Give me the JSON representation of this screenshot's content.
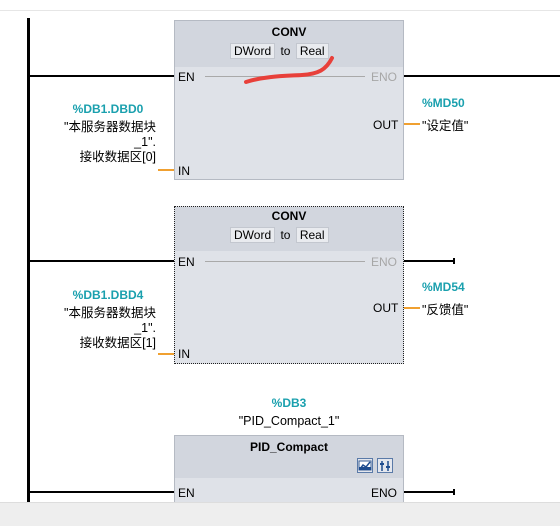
{
  "colors": {
    "operand_address": "#1aa0ae",
    "wire": "#f0a030",
    "annotation": "#e8403a"
  },
  "blocks": [
    {
      "title": "CONV",
      "type_from": "DWord",
      "type_to_word": "to",
      "type_to": "Real",
      "en": "EN",
      "eno": "ENO",
      "out": "OUT",
      "in": "IN",
      "in_operand": {
        "address": "%DB1.DBD0",
        "line1": "\"本服务器数据块",
        "line2": "_1\".",
        "line3": "接收数据区[0]"
      },
      "out_operand": {
        "address": "%MD50",
        "name": "\"设定值\""
      }
    },
    {
      "title": "CONV",
      "type_from": "DWord",
      "type_to_word": "to",
      "type_to": "Real",
      "en": "EN",
      "eno": "ENO",
      "out": "OUT",
      "in": "IN",
      "in_operand": {
        "address": "%DB1.DBD4",
        "line1": "\"本服务器数据块",
        "line2": "_1\".",
        "line3": "接收数据区[1]"
      },
      "out_operand": {
        "address": "%MD54",
        "name": "\"反馈值\""
      }
    }
  ],
  "pid": {
    "instance_address": "%DB3",
    "instance_name": "\"PID_Compact_1\"",
    "title": "PID_Compact",
    "en": "EN",
    "eno": "ENO",
    "icons": [
      "commissioning-icon",
      "configuration-icon"
    ]
  }
}
